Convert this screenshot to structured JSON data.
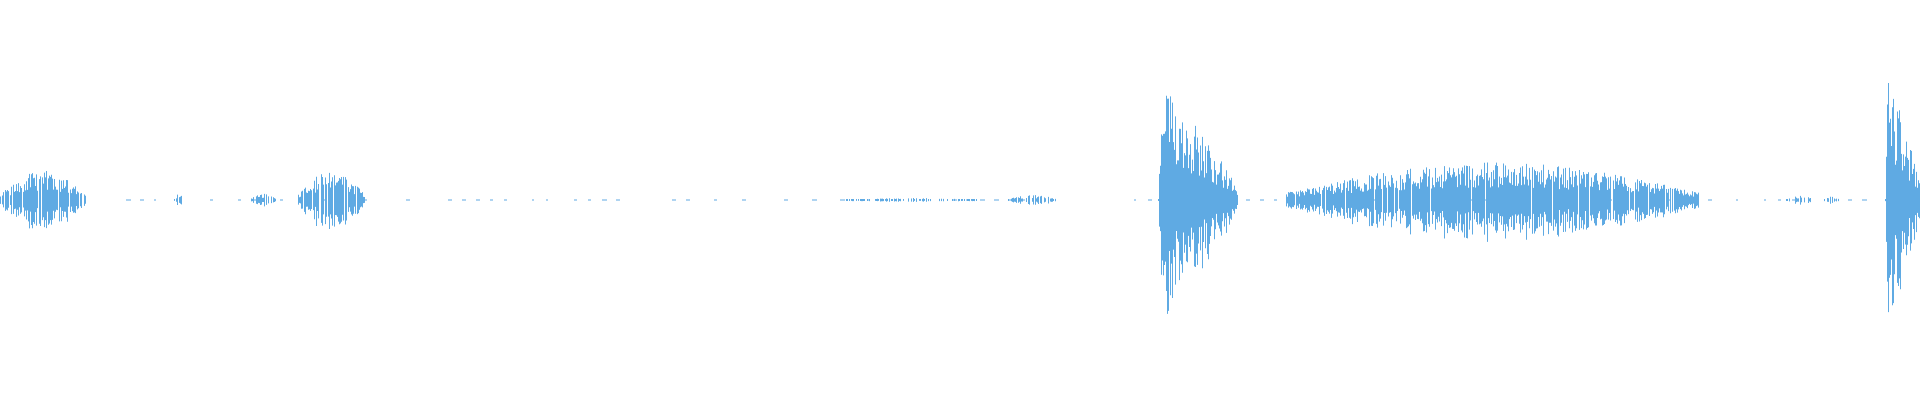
{
  "waveform": {
    "color": "#5faae3",
    "bursts": [
      {
        "start": 0.0,
        "end": 0.045,
        "amp": 0.14,
        "density": 0.9
      },
      {
        "start": 0.09,
        "end": 0.096,
        "amp": 0.03,
        "density": 0.6
      },
      {
        "start": 0.13,
        "end": 0.145,
        "amp": 0.03,
        "density": 0.6
      },
      {
        "start": 0.155,
        "end": 0.19,
        "amp": 0.14,
        "density": 0.9
      },
      {
        "start": 0.44,
        "end": 0.51,
        "amp": 0.01,
        "density": 0.5
      },
      {
        "start": 0.525,
        "end": 0.55,
        "amp": 0.025,
        "density": 0.6
      },
      {
        "start": 0.603,
        "end": 0.645,
        "amp": 0.55,
        "density": 1.0
      },
      {
        "start": 0.67,
        "end": 0.885,
        "amp": 0.18,
        "density": 0.95
      },
      {
        "start": 0.93,
        "end": 0.945,
        "amp": 0.02,
        "density": 0.5
      },
      {
        "start": 0.95,
        "end": 0.958,
        "amp": 0.02,
        "density": 0.5
      },
      {
        "start": 0.982,
        "end": 1.0,
        "amp": 0.62,
        "density": 1.0
      }
    ]
  }
}
